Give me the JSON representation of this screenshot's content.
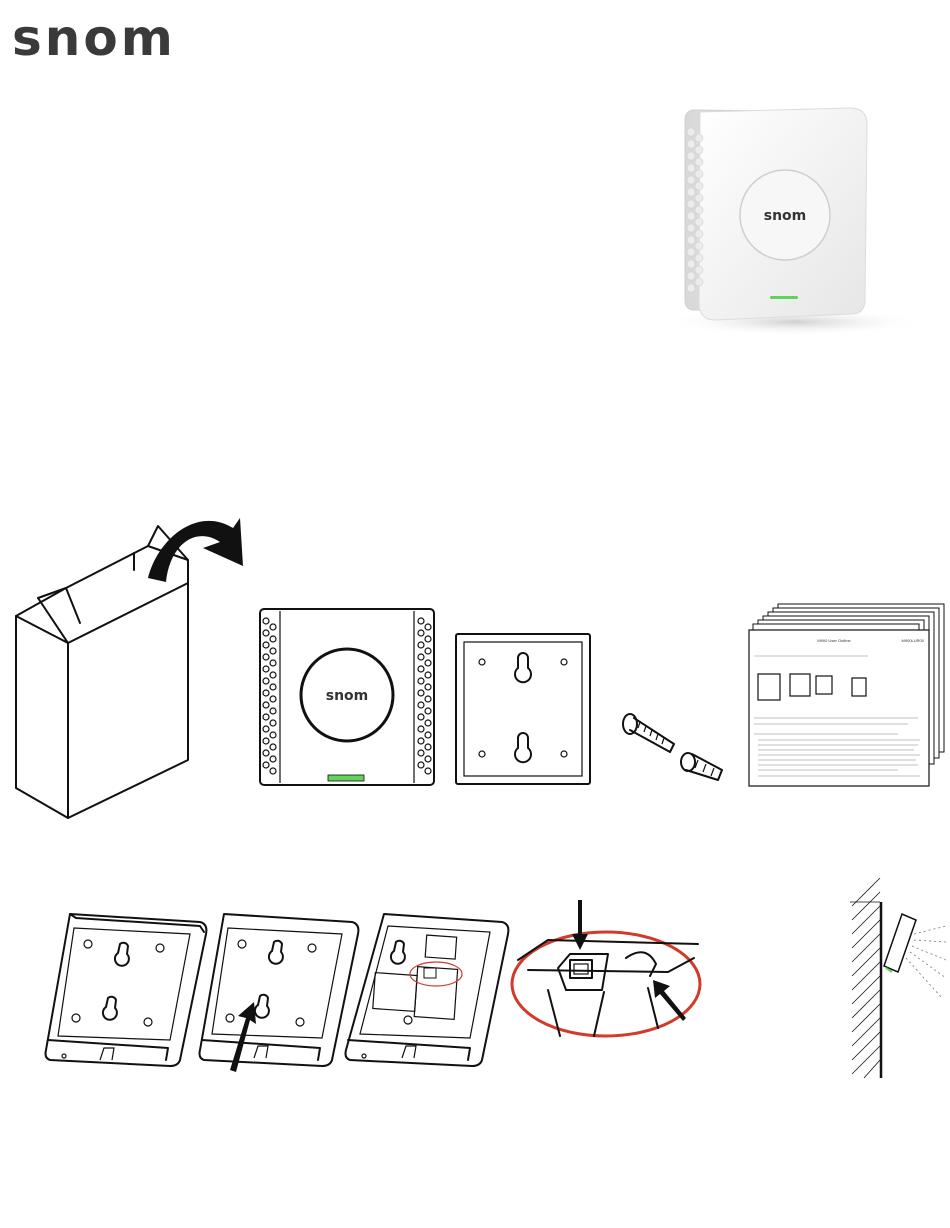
{
  "brand": {
    "logo": "snom",
    "device_logo": "snom",
    "accent_led": "#5fd35a",
    "highlight_ring": "#d23a2a"
  },
  "leaflet": {
    "title": "M900 User Outline",
    "code": "M900LUR00"
  },
  "icons": {
    "open": "curved-arrow-icon",
    "screw": "screw-icon",
    "dowel": "wall-plug-icon",
    "pointer": "down-arrow-icon"
  }
}
